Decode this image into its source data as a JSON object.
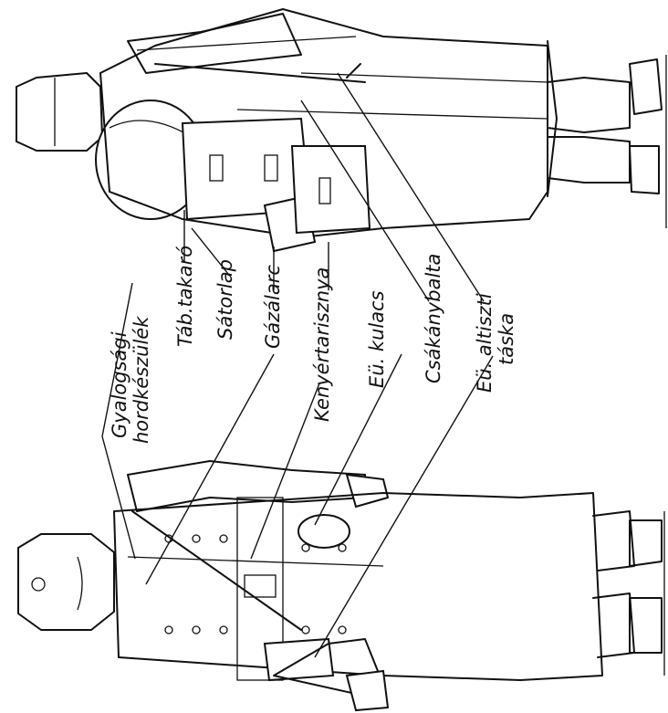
{
  "labels": {
    "gyalogsagi_1": "Gyalogsági",
    "gyalogsagi_2": "hordkészülék",
    "tab_takaro": "Táb.takaró",
    "satorlap": "Sátorlap",
    "gazalarc": "Gázálarc",
    "kenyertarisznya": "Kenyértarisznya",
    "eu_kulacs": "Eü. kulacs",
    "csakanybalta": "Csákánybalta",
    "eu_altiszti_1": "Eü. altiszti",
    "eu_altiszti_2": "táska"
  }
}
